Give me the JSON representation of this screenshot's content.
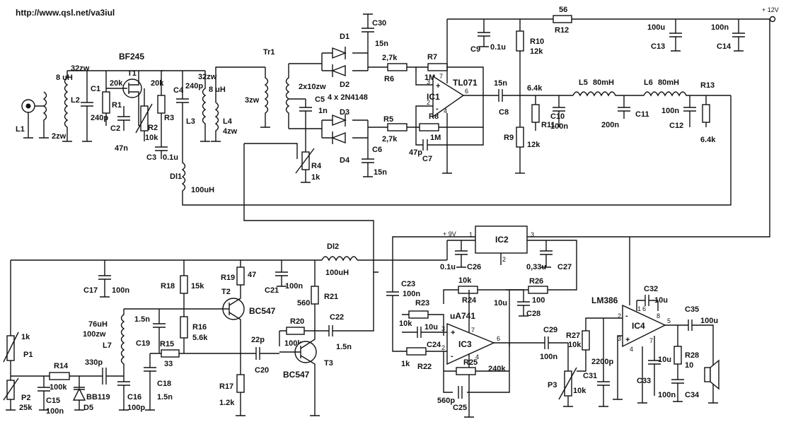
{
  "header": {
    "url": "http://www.qsl.net/va3iul",
    "supply_plus12": "+ 12V",
    "supply_plus9": "+ 9V"
  },
  "labels": {
    "l1": "L1",
    "l1_turns": "2zw",
    "l2": "L2",
    "l2_ind": "8 uH",
    "l2_turns": "32zw",
    "c1": "C1",
    "c1_val": "240p",
    "r1": "R1",
    "r1_val": "20k",
    "t1": "T1",
    "t1_type": "BF245",
    "c2": "C2",
    "c2_val": "47n",
    "r2": "R2",
    "r2_val": "10k",
    "r3": "R3",
    "r3_val": "20k",
    "c3": "C3",
    "c3_val": "0.1u",
    "c4": "C4",
    "c4_val": "240p",
    "l3": "L3",
    "l3_ind": "8 uH",
    "l3_turns": "32zw",
    "l4": "L4",
    "l4_turns": "4zw",
    "dl1": "Dl1",
    "dl1_val": "100uH",
    "tr1": "Tr1",
    "tr1_p": "3zw",
    "tr1_s": "2x10zw",
    "c5": "C5",
    "c5_val": "1n",
    "r4": "R4",
    "r4_val": "1k",
    "d1": "D1",
    "d2": "D2",
    "d3": "D3",
    "d4": "D4",
    "diodes": "4 x 2N4148",
    "c30": "C30",
    "c30_val": "15n",
    "c6": "C6",
    "c6_val": "15n",
    "r6": "R6",
    "r6_val": "2,7k",
    "r5": "R5",
    "r5_val": "2,7k",
    "r7": "R7",
    "r7_val": "1M",
    "r8": "R8",
    "r8_val": "1M",
    "ic1": "IC1",
    "ic1_type": "TL071",
    "c7": "C7",
    "c7_val": "47p",
    "c9": "C9",
    "c9_val": "0.1u",
    "r10": "R10",
    "r10_val": "12k",
    "r9": "R9",
    "r9_val": "12k",
    "r12": "R12",
    "r12_val": "56",
    "c13": "C13",
    "c13_val": "100u",
    "c14": "C14",
    "c14_val": "100n",
    "c8": "C8",
    "c8_val": "15n",
    "r11": "R11",
    "r11_val": "6.4k",
    "c10": "C10",
    "c10_val": "100n",
    "l5": "L5",
    "l5_val": "80mH",
    "c11": "C11",
    "c11_val": "200n",
    "l6": "L6",
    "l6_val": "80mH",
    "c12": "C12",
    "c12_val": "100n",
    "r13": "R13",
    "r13_val": "6.4k",
    "ic2": "IC2",
    "c26": "C26",
    "c26_val": "0.1u",
    "c27": "C27",
    "c27_val": "0,33u",
    "dl2": "Dl2",
    "dl2_val": "100uH",
    "c17": "C17",
    "c17_val": "100n",
    "r18": "R18",
    "r18_val": "15k",
    "r19": "R19",
    "r19_val": "47",
    "t2": "T2",
    "t2_type": "BC547",
    "c21": "C21",
    "c21_val": "100n",
    "r21": "R21",
    "r21_val": "560",
    "c22": "C22",
    "c22_val": "1.5n",
    "r20": "R20",
    "r20_val": "100k",
    "t3": "T3",
    "t3_type": "BC547",
    "l7": "L7",
    "l7_ind": "76uH",
    "l7_turns": "100zw",
    "c19": "C19",
    "c19_val": "1.5n",
    "r16": "R16",
    "r16_val": "5.6k",
    "r15": "R15",
    "r15_val": "33",
    "c20": "C20",
    "c20_val": "22p",
    "c18": "C18",
    "c18_val": "1.5n",
    "r17": "R17",
    "r17_val": "1.2k",
    "p1": "P1",
    "p1_val": "1k",
    "p2": "P2",
    "p2_val": "25k",
    "r14": "R14",
    "r14_val": "100k",
    "c15": "C15",
    "c15_val": "100n",
    "c16": "C16",
    "c16_val": "100p",
    "c16b": "330p",
    "d5": "D5",
    "d5_type": "BB119",
    "c23": "C23",
    "c23_val": "100n",
    "r23": "R23",
    "r23_val": "10k",
    "r24": "R24",
    "r24_val": "10k",
    "c24": "C24",
    "c24_val": "10u",
    "r22": "R22",
    "r22_val": "1k",
    "ic3": "IC3",
    "ic3_type": "uA741",
    "r25": "R25",
    "r25_val": "240k",
    "c25": "C25",
    "c25_val": "560p",
    "c28": "C28",
    "c28_val": "10u",
    "r26": "R26",
    "r26_val": "100",
    "c29": "C29",
    "c29_val": "100n",
    "r27": "R27",
    "r27_val": "10k",
    "p3": "P3",
    "p3_val": "10k",
    "c31": "C31",
    "c31_val": "2200p",
    "ic4": "IC4",
    "ic4_type": "LM386",
    "c32": "C32",
    "c32_val": "10u",
    "c33": "C33",
    "c33_val": "10u",
    "c35": "C35",
    "c35_val": "100u",
    "r28": "R28",
    "r28_val": "10",
    "c34": "C34",
    "c34_val": "100n",
    "c34b": "100n"
  },
  "pins": {
    "p1": "1",
    "p2": "2",
    "p3": "3",
    "p4": "4",
    "p5": "5",
    "p6": "6",
    "p7": "7",
    "p8": "8",
    "plus": "+",
    "minus": "-"
  }
}
